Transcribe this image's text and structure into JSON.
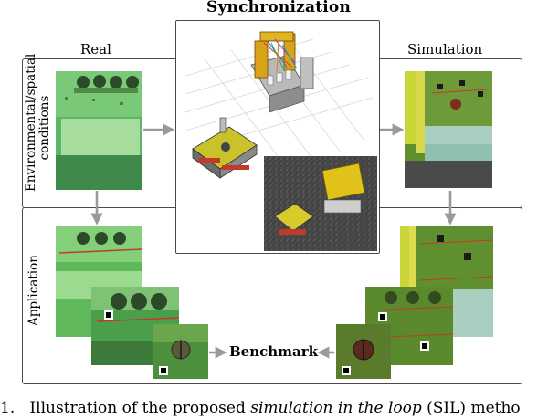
{
  "headers": {
    "synchronization": "Synchronization",
    "real": "Real",
    "simulation": "Simulation"
  },
  "row_labels": {
    "environmental_line1": "Environmental/spatial",
    "environmental_line2": "conditions",
    "application": "Application"
  },
  "center": {
    "benchmark": "Benchmark"
  },
  "caption": {
    "prefix": "1.   Illustration of the proposed ",
    "italic": "simulation in the loop",
    "suffix": " (SIL) metho"
  },
  "colors": {
    "panel_border": "#4a4a4a",
    "arrow": "#9a9a9a",
    "underwater_green": "#4fae4a",
    "sim_green": "#5f8f2e"
  }
}
